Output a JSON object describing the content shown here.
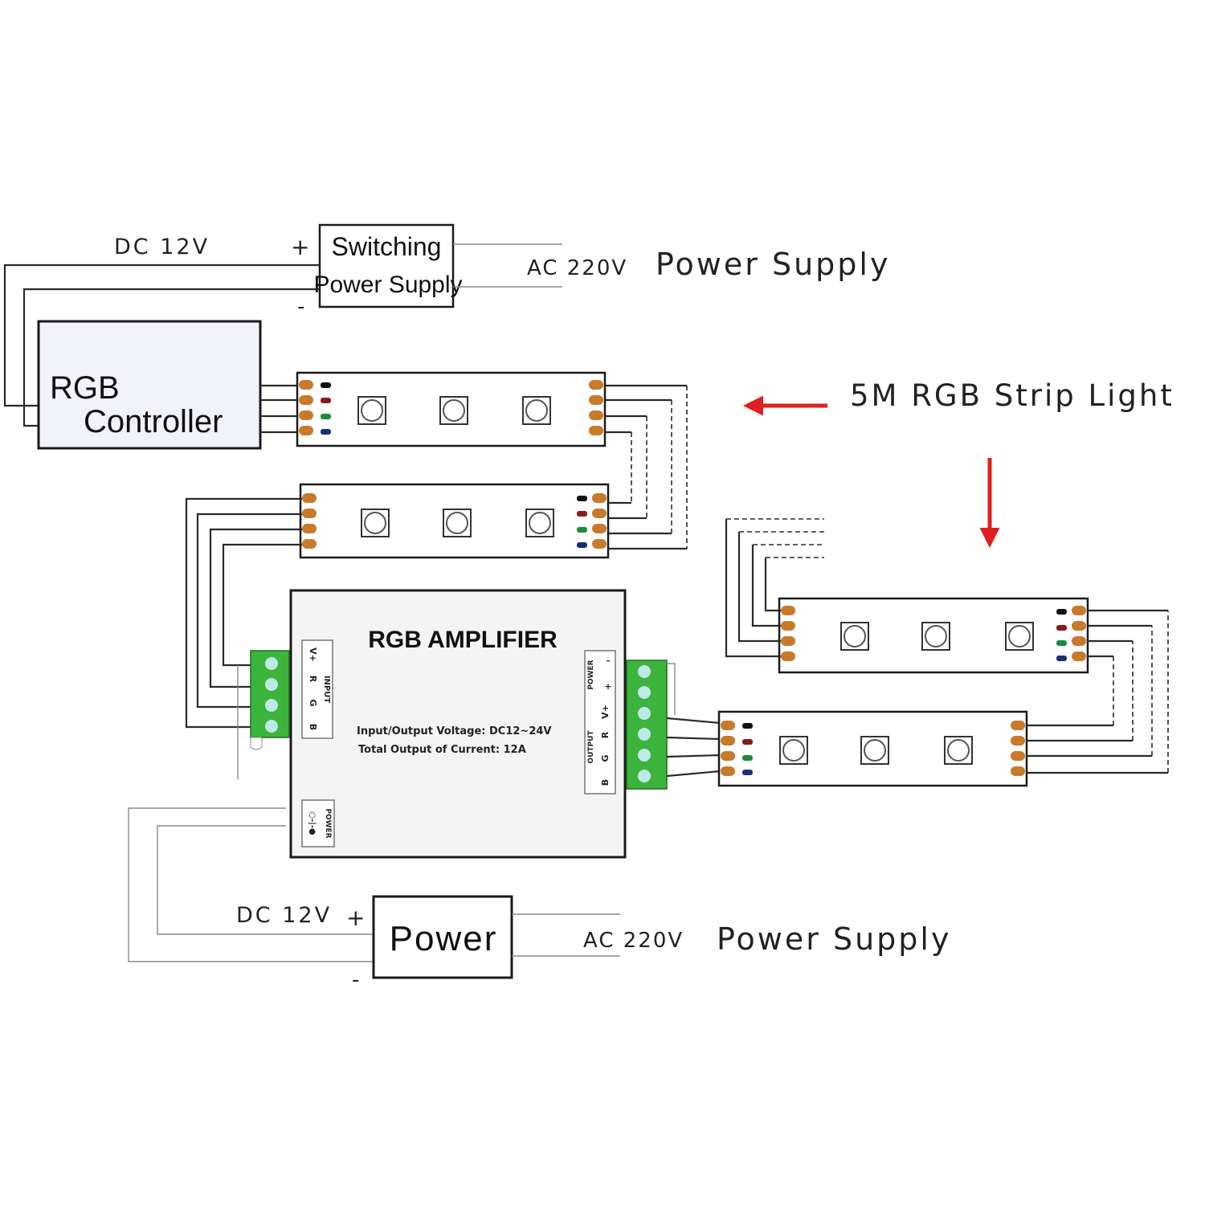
{
  "colors": {
    "arrow": "#e02020",
    "terminal_green": "#3cb43c",
    "solder_pad": "#c87a2a",
    "controller_fill": "#f2f2fb",
    "amplifier_fill": "#f4f4f4",
    "dot_black": "#111111",
    "dot_red": "#8a1a1a",
    "dot_green": "#1f8a3a",
    "dot_blue": "#1a2f7a"
  },
  "top_supply": {
    "box_line1": "Switching",
    "box_line2": "Power Supply",
    "dc_label": "DC 12V",
    "plus": "+",
    "minus": "-",
    "ac_label": "AC 220V",
    "supply_label": "Power Supply"
  },
  "controller": {
    "line1": "RGB",
    "line2": "Controller"
  },
  "callouts": {
    "strip_light": "5M RGB Strip Light"
  },
  "amplifier": {
    "title": "RGB AMPLIFIER",
    "spec_line1": "Input/Output Voltage: DC12~24V",
    "spec_line2": "Total Output of Current: 12A",
    "input_label": "INPUT",
    "input_pins": [
      "V+",
      "R",
      "G",
      "B"
    ],
    "power_label": "POWER",
    "power_pins": [
      "-",
      "+"
    ],
    "output_label": "OUTPUT",
    "output_pins": [
      "V+",
      "R",
      "G",
      "B"
    ],
    "dc_power_label": "POWER",
    "dc_power_pins": "○-|-●"
  },
  "bottom_supply": {
    "box_label": "Power",
    "dc_label": "DC 12V",
    "plus": "+",
    "minus": "-",
    "ac_label": "AC 220V",
    "supply_label": "Power Supply"
  }
}
